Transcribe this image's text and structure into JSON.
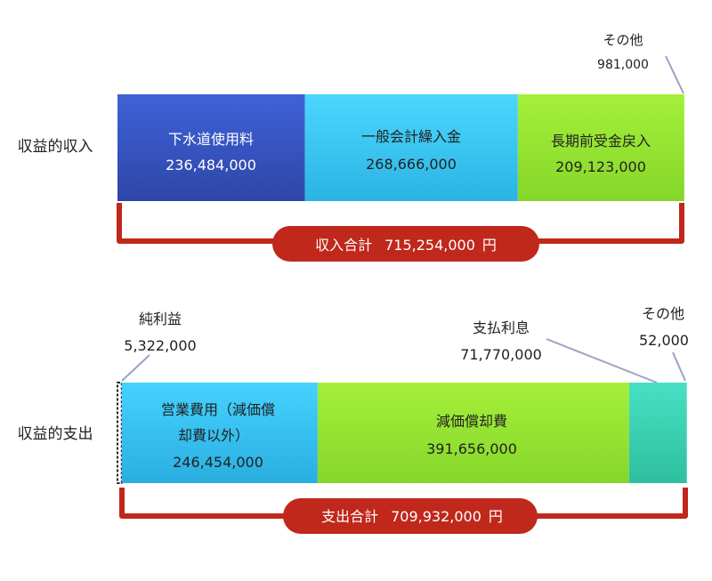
{
  "chart_data": {
    "type": "bar",
    "orientation": "horizontal",
    "stacked": true,
    "categories": [
      "収益的収入",
      "収益的支出"
    ],
    "series_income": [
      {
        "name": "下水道使用料",
        "value": 236484000,
        "label": "236,484,000",
        "color_top": "#3f62d8",
        "color_bottom": "#2e46a8"
      },
      {
        "name": "一般会計繰入金",
        "value": 268666000,
        "label": "268,666,000",
        "color_top": "#4bd6ff",
        "color_bottom": "#2bb4e3"
      },
      {
        "name": "長期前受金戻入",
        "value": 209123000,
        "label": "209,123,000",
        "color_top": "#a4f03a",
        "color_bottom": "#86d62a"
      },
      {
        "name": "その他",
        "value": 981000,
        "label": "981,000",
        "color_top": "#a4f03a",
        "color_bottom": "#86d62a"
      }
    ],
    "series_expense": [
      {
        "name": "純利益",
        "value": 5322000,
        "label": "5,322,000",
        "color_top": "#ffffff",
        "color_bottom": "#ffffff"
      },
      {
        "name_line1": "営業費用（減価償",
        "name_line2": "却費以外）",
        "value": 246454000,
        "label": "246,454,000",
        "color_top": "#45d2ff",
        "color_bottom": "#2aaee0"
      },
      {
        "name": "減価償却費",
        "value": 391656000,
        "label": "391,656,000",
        "color_top": "#a4f03a",
        "color_bottom": "#86d62a"
      },
      {
        "name": "支払利息",
        "value": 71770000,
        "label": "71,770,000",
        "color_top": "#47e0c4",
        "color_bottom": "#2fbf9f"
      },
      {
        "name": "その他",
        "value": 52000,
        "label": "52,000",
        "color_top": "#47e0c4",
        "color_bottom": "#2fbf9f"
      }
    ],
    "totals": {
      "income": {
        "label": "収入合計",
        "value": "715,254,000",
        "unit": "円"
      },
      "expense": {
        "label": "支出合計",
        "value": "709,932,000",
        "unit": "円"
      }
    },
    "colors": {
      "bracket": "#c0281c",
      "pill": "#c0281c",
      "leader": "#9aa3c4"
    }
  }
}
